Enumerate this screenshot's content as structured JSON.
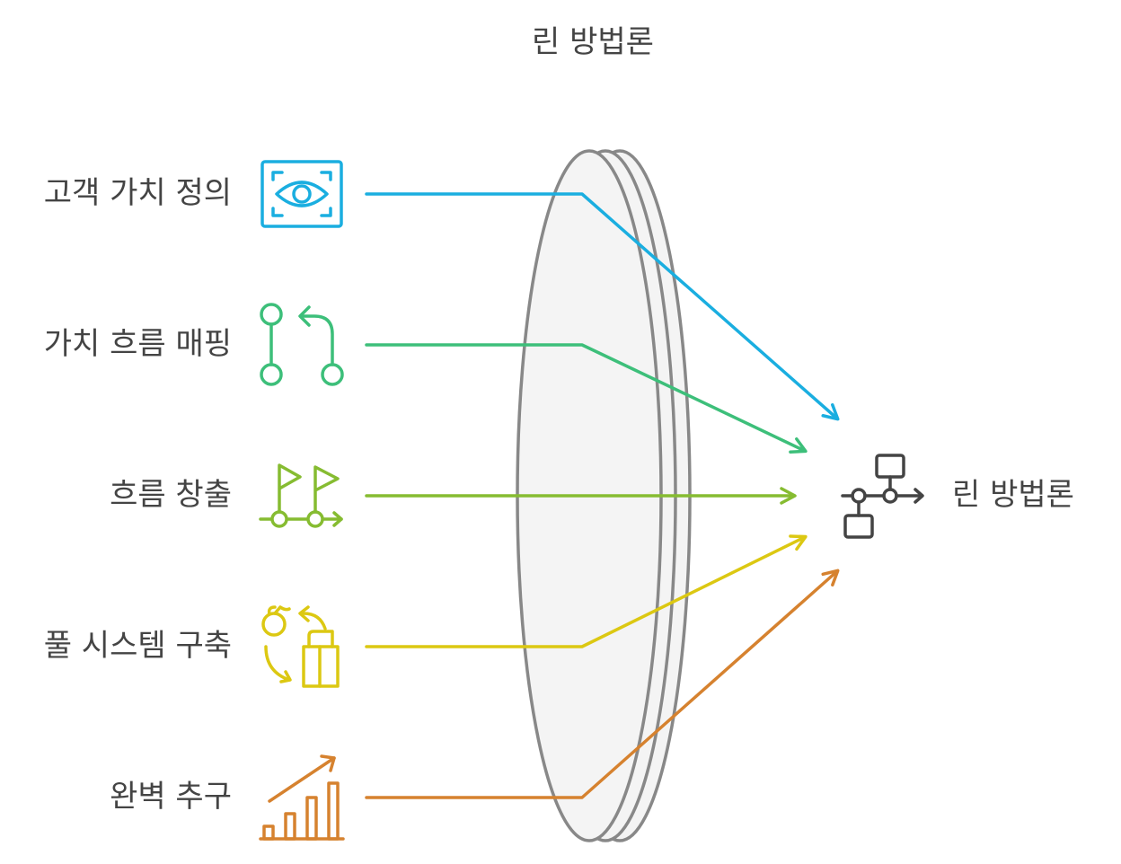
{
  "title": "린 방법론",
  "target": {
    "label": "린 방법론",
    "icon": "flowchart-icon",
    "color": "#444444"
  },
  "inputs": [
    {
      "label": "고객 가치 정의",
      "icon": "eye-scan-icon",
      "color": "#1aaee0"
    },
    {
      "label": "가치 흐름 매핑",
      "icon": "route-icon",
      "color": "#3dbf7a"
    },
    {
      "label": "흐름 창출",
      "icon": "flags-timeline-icon",
      "color": "#86bc31"
    },
    {
      "label": "풀 시스템 구축",
      "icon": "recycle-cycle-icon",
      "color": "#dcc812"
    },
    {
      "label": "완벽 추구",
      "icon": "growth-chart-icon",
      "color": "#d6822f"
    }
  ],
  "lens": {
    "fill": "#f4f4f4",
    "stroke": "#888888"
  }
}
